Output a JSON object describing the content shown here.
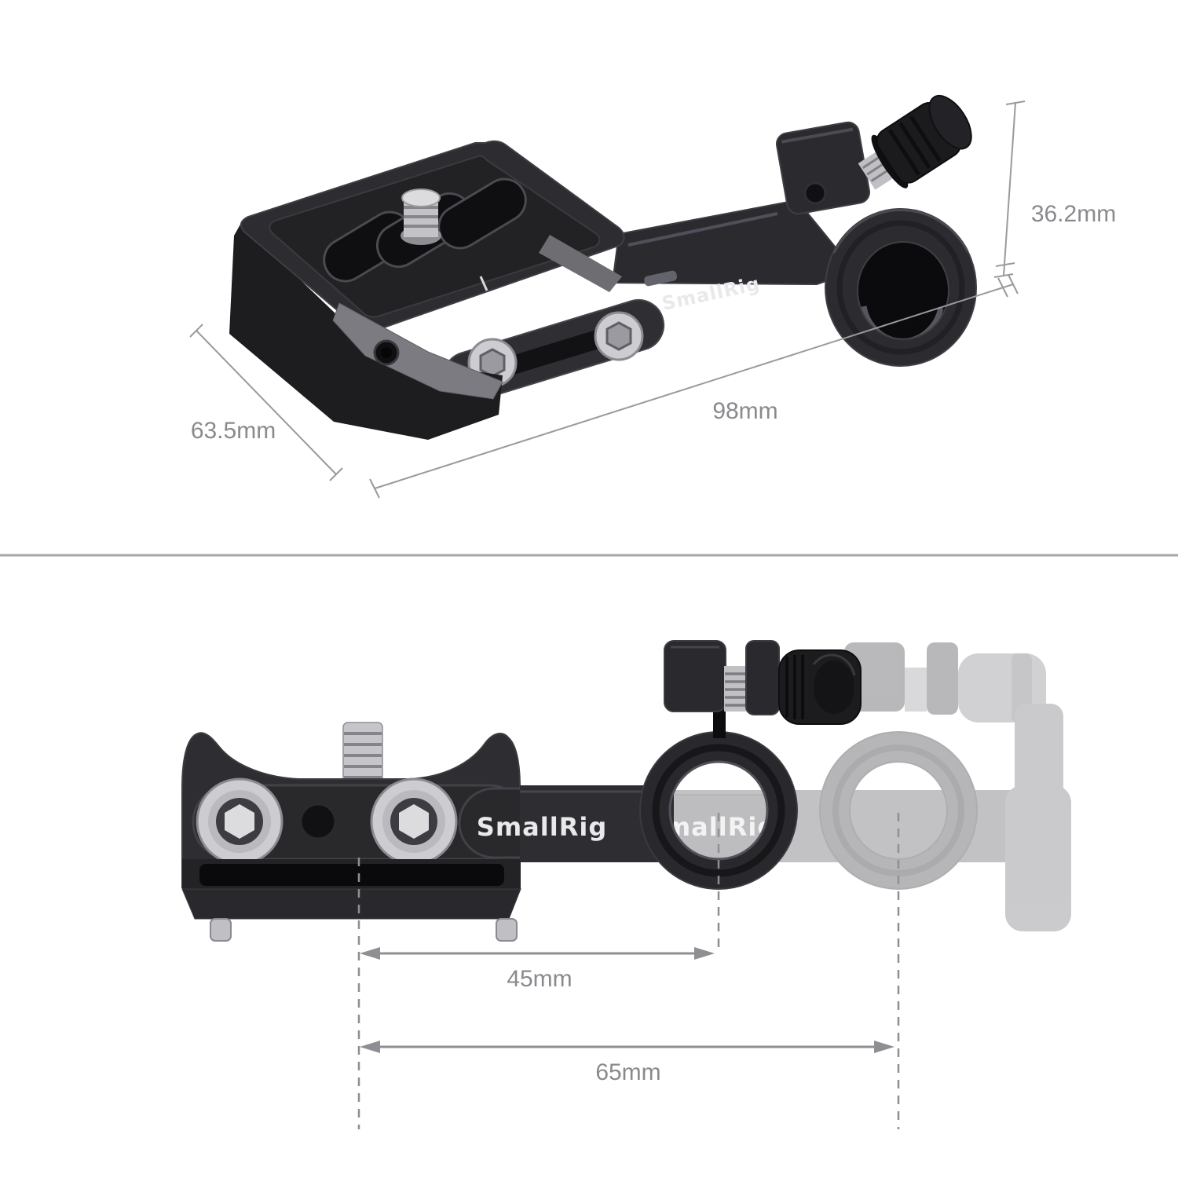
{
  "brand_logo": "SmallRig",
  "dimensions": {
    "plate_width": "63.5mm",
    "overall_length": "98mm",
    "overall_height": "36.2mm",
    "rod_travel_min": "45mm",
    "rod_travel_max": "65mm"
  },
  "colors": {
    "background": "#ffffff",
    "divider": "#a6a6aa",
    "dimension_annotation": "#8a8a8e",
    "product_body": "#2c2c30",
    "product_recess": "#222225",
    "silver_hardware": "#c9c9cd",
    "bevel_gray": "#7b7b81",
    "logo_text": "#e9e9eb"
  }
}
